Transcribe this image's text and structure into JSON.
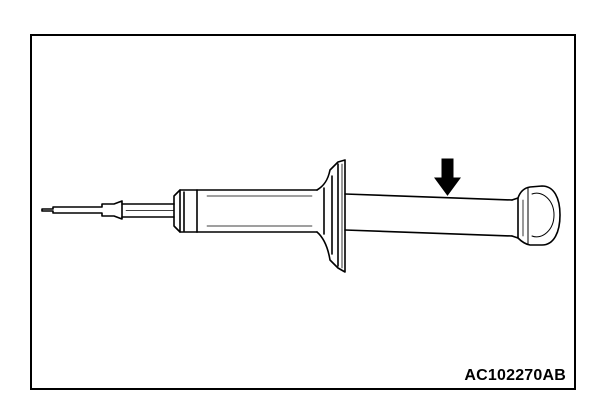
{
  "figure": {
    "reference_code": "AC102270AB",
    "subject": "shock-absorber",
    "indicator": "arrow-down",
    "colors": {
      "line": "#000000",
      "background": "#ffffff"
    }
  }
}
